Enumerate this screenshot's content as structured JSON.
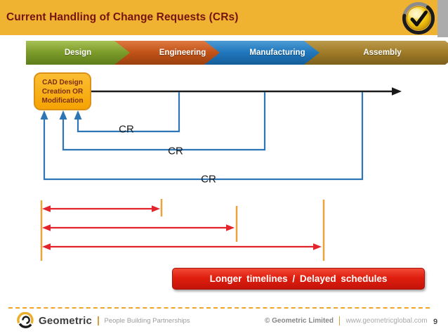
{
  "header": {
    "title": "Current Handling of Change Requests (CRs)"
  },
  "process_steps": [
    {
      "label": "Design"
    },
    {
      "label": "Engineering"
    },
    {
      "label": "Manufacturing"
    },
    {
      "label": "Assembly"
    }
  ],
  "diagram": {
    "cad_box_text": "CAD Design Creation OR Modification",
    "cr_labels": [
      "CR",
      "CR",
      "CR"
    ]
  },
  "banner": {
    "text": "Longer timelines / Delayed schedules"
  },
  "footer": {
    "brand": "Geometric",
    "tagline": "People Building Partnerships",
    "copyright": "© Geometric Limited",
    "website": "www.geometricglobal.com",
    "page_number": "9"
  },
  "colors": {
    "header_bg": "#F0B231",
    "title_text": "#751412",
    "design_green": "#7C9C2A",
    "engineering_orange": "#C25318",
    "manufacturing_blue": "#2077BD",
    "assembly_gold": "#A07C28",
    "cad_box_fill": "#F7AC0B",
    "cr_line_blue": "#2E75B6",
    "main_flow_black": "#1a1a1a",
    "timeline_red": "#E3242B",
    "milestone_orange": "#EBA33B",
    "banner_red": "#DD1A0F"
  }
}
